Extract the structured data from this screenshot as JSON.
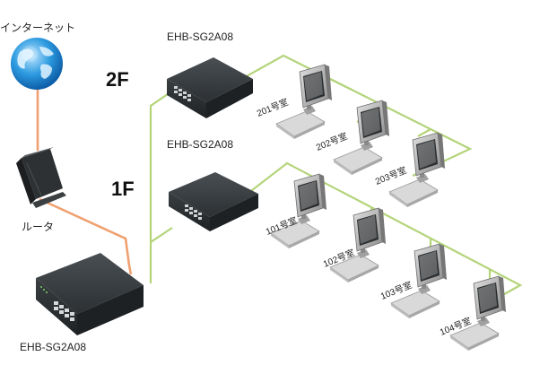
{
  "labels": {
    "internet": "インターネット",
    "router": "ルータ",
    "floor2": "2F",
    "floor1": "1F",
    "switch_top": "EHB-SG2A08",
    "switch_mid": "EHB-SG2A08",
    "switch_main": "EHB-SG2A08"
  },
  "rooms_2f": [
    "201号室",
    "202号室",
    "203号室"
  ],
  "rooms_1f": [
    "101号室",
    "102号室",
    "103号室",
    "104号室"
  ],
  "colors": {
    "lan_line": "#b4d47a",
    "wan_line": "#f0a070",
    "switch_body": "#2f3336",
    "globe": "#1f8bd6"
  }
}
